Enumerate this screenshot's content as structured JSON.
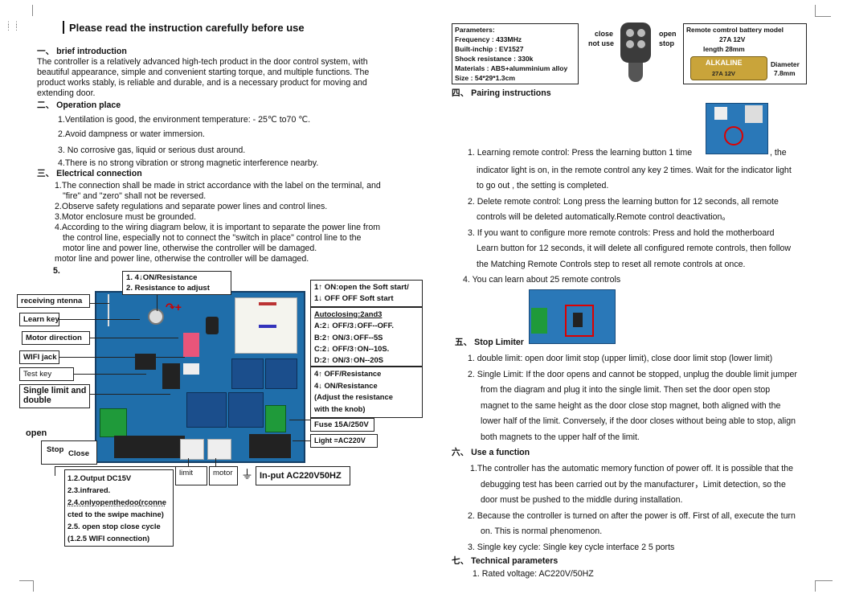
{
  "header": {
    "title": "Please read the instruction carefully before use"
  },
  "left": {
    "intro_heading": "一、 brief introduction",
    "intro_lines": [
      "The controller is a relatively advanced high-tech product in the door control system, with",
      "beautiful appearance, simple and convenient starting torque, and multiple functions. The",
      "product works stably, is reliable and durable, and is a necessary product for moving and",
      "extending door."
    ],
    "operation_heading": "二、 Operation place",
    "operation_items": [
      "1.Ventilation is good, the environment temperature: - 25℃ to70 ℃.",
      "2.Avoid dampness or water immersion.",
      "3. No corrosive gas, liquid or serious dust around.",
      "4.There is no strong vibration or strong magnetic interference nearby."
    ],
    "electrical_heading": "三、 Electrical connection",
    "electrical_lines": [
      "1.The connection shall be made in strict accordance with the label on the terminal, and",
      "\"fire\" and \"zero\" shall not be reversed.",
      "2.Observe safety regulations and separate power lines and control lines.",
      "3.Motor enclosure must be grounded.",
      "4.According to the wiring diagram below, it is important to separate the power line from",
      "the control line, especially not to connect the \"switch in place\" control line to the",
      "motor line and power line, otherwise the controller will be damaged.",
      "motor line and power line, otherwise the controller will be damaged."
    ],
    "item5": "5."
  },
  "diagram": {
    "dip_box": [
      "1.  4↓ON/Resistance",
      "2.  Resistance to adjust"
    ],
    "left_labels": [
      "receiving ntenna",
      "Learn key",
      "Motor direction",
      "WIFI jack",
      "Test key",
      "Single limit and",
      "double"
    ],
    "open_label": "open",
    "stop_label": "Stop",
    "close_label": "Close",
    "right_top": [
      "1↑ ON:open the Soft start/",
      "1↓ OFF OFF Soft start"
    ],
    "autoclosing": [
      "Autoclosing:2and3",
      "A:2↓ OFF/3↓OFF--OFF.",
      "B:2↑ ON/3↓OFF--5S",
      "C:2↓ OFF/3↑ON--10S.",
      "D:2↑ ON/3↑ON--20S"
    ],
    "resistance": [
      "4↑ OFF/Resistance",
      "4↓ ON/Resistance",
      "(Adjust the resistance",
      " with the knob)"
    ],
    "fuse": "Fuse 15A/250V",
    "light": "Light =AC220V",
    "limit": "limit",
    "motor": "motor",
    "input": "In-put AC220V50HZ",
    "bottom_box": [
      "1.2.Output   DC15V",
      "2.3.infrared.",
      "2.4.onlyopenthedoo(rconne",
      "cted to the swipe machine)",
      "2.5. open stop close cycle",
      "(1.2.5 WIFI connection)"
    ]
  },
  "right": {
    "params": [
      "Parameters:",
      "Frequency : 433MHz",
      "Built-inchip : EV1527",
      "Shock resistance : 330k",
      "Materials : ABS+alumminium alloy",
      "Size : 54*29*1.3cm"
    ],
    "remote_close": "close",
    "remote_not_use": "not use",
    "remote_open": "open",
    "remote_stop": "stop",
    "battery_title": "Remote comtrol battery model",
    "battery_model": "27A  12V",
    "battery_length": "length 28mm",
    "battery_diameter": "Diameter",
    "battery_diameter_val": "7.8mm",
    "battery_print": "ALKALINE",
    "battery_print2": "27A 12V",
    "pairing_heading": "四、 Pairing instructions",
    "pairing_lines": [
      "1. Learning remote control: Press the learning button 1 time",
      ", the",
      "indicator light is on, in the remote control any key 2 times. Wait for the indicator light",
      "to go out , the setting is completed.",
      "2. Delete remote control: Long press the learning button for 12 seconds, all remote",
      "controls will be deleted automatically.Remote control deactivation。",
      "3. If you want to configure more remote controls: Press and hold the motherboard",
      "Learn button for 12 seconds, it will delete all configured remote controls, then follow",
      "the Matching Remote Controls step to reset all remote controls at once.",
      "4. You can learn about 25 remote controls"
    ],
    "stop_heading": "五、 Stop Limiter",
    "stop_lines": [
      "1. double limit: open door limit stop (upper limit), close door limit stop (lower limit)",
      "2. Single Limit: If the door opens and cannot be stopped, unplug the double limit jumper",
      "from the diagram and plug it into the single limit. Then set the door open stop",
      "magnet to the same height as the door close stop magnet, both aligned with the",
      "lower half of the limit. Conversely, if the door closes without being able to stop, align",
      "both magnets to the upper half of the limit."
    ],
    "use_heading": "六、 Use a function",
    "use_lines": [
      "1.The controller has the automatic memory function of power off. It is possible that the",
      "debugging test has been carried out by the manufacturer，Limit detection, so the",
      "door must be pushed to the middle during installation.",
      "2. Because the controller is turned on after the power is off. First of all, execute the turn",
      "on. This is normal phenomenon.",
      "3. Single key cycle: Single key cycle interface 2 5 ports"
    ],
    "tech_heading": "七、 Technical parameters",
    "tech_lines": [
      "1. Rated voltage: AC220V/50HZ"
    ]
  },
  "colors": {
    "board": "#1f6eaa",
    "terminal": "#1f9a3a",
    "accent_red": "#cc0000"
  }
}
